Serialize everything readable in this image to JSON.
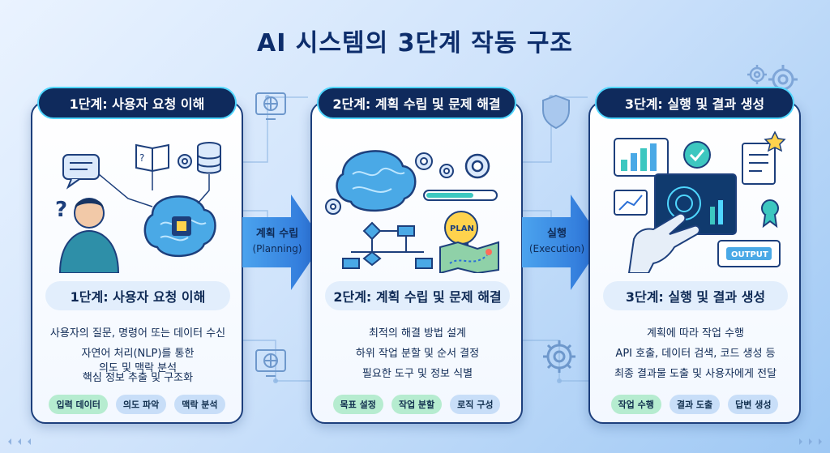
{
  "title": "AI 시스템의 3단계 작동 구조",
  "stages": [
    {
      "tab": "1단계: 사용자 요청 이해",
      "subhead": "1단계: 사용자 요청 이해",
      "lines": [
        "사용자의 질문, 명령어 또는 데이터 수신",
        "자연어 처리(NLP)를 통한",
        "의도 및 맥락 분석",
        "핵심 정보 추출 및 구조화"
      ],
      "tags": [
        "입력 데이터",
        "의도 파악",
        "맥락 분석"
      ]
    },
    {
      "tab": "2단계: 계획 수립 및 문제 해결",
      "subhead": "2단계: 계획 수립 및 문제 해결",
      "lines": [
        "최적의 해결 방법 설계",
        "하위 작업 분할 및 순서 결정",
        "필요한 도구 및 정보 식별"
      ],
      "tags": [
        "목표 설정",
        "작업 분할",
        "로직 구성"
      ],
      "plan_label": "PLAN"
    },
    {
      "tab": "3단계: 실행 및 결과 생성",
      "subhead": "3단계: 실행 및 결과 생성",
      "lines": [
        "계획에 따라 작업 수행",
        "API 호출, 데이터 검색, 코드 생성 등",
        "최종 결과물 도출 및 사용자에게 전달"
      ],
      "tags": [
        "작업 수행",
        "결과 도출",
        "답변 생성"
      ],
      "output_label": "OUTPUT"
    }
  ],
  "arrows": [
    {
      "label": "계획 수립",
      "sub": "(Planning)"
    },
    {
      "label": "실행",
      "sub": "(Execution)"
    }
  ],
  "colors": {
    "navy": "#0f2a5c",
    "accent": "#4fd6ff",
    "tag_green": "#b6ecd0",
    "tag_blue": "#c8def8"
  }
}
